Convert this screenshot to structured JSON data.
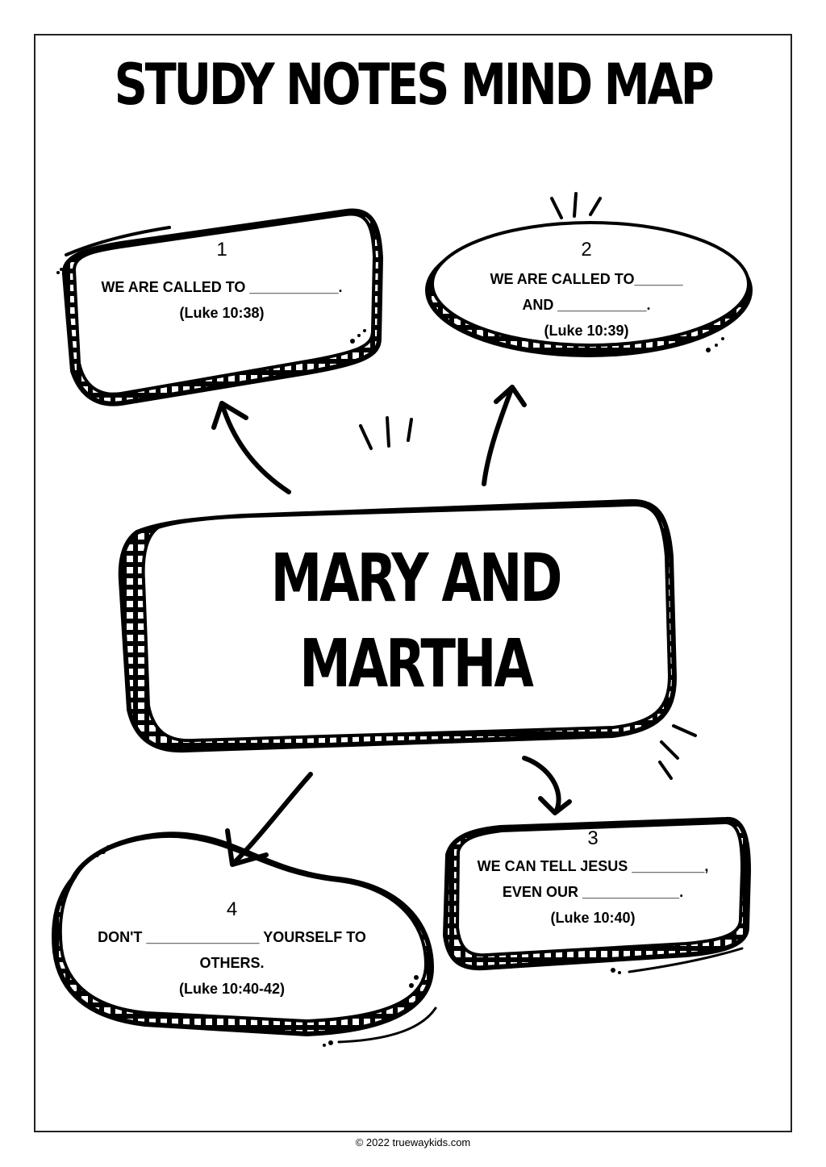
{
  "page": {
    "title": "STUDY NOTES MIND MAP",
    "footer": "© 2022 truewaykids.com"
  },
  "center": {
    "line1": "MARY AND",
    "line2": "MARTHA"
  },
  "bubbles": [
    {
      "number": "1",
      "lines": [
        "WE ARE CALLED TO ___________."
      ],
      "reference": "(Luke 10:38)"
    },
    {
      "number": "2",
      "lines": [
        "WE ARE CALLED TO______",
        "AND ___________."
      ],
      "reference": "(Luke 10:39)"
    },
    {
      "number": "3",
      "lines": [
        "WE CAN TELL JESUS _________,",
        "EVEN OUR ____________."
      ],
      "reference": "(Luke 10:40)"
    },
    {
      "number": "4",
      "lines": [
        "DON'T ______________ YOURSELF TO",
        "OTHERS."
      ],
      "reference": "(Luke 10:40-42)"
    }
  ],
  "icons": [
    "arrow-icon",
    "sparkle-lines-icon",
    "dots-icon"
  ]
}
